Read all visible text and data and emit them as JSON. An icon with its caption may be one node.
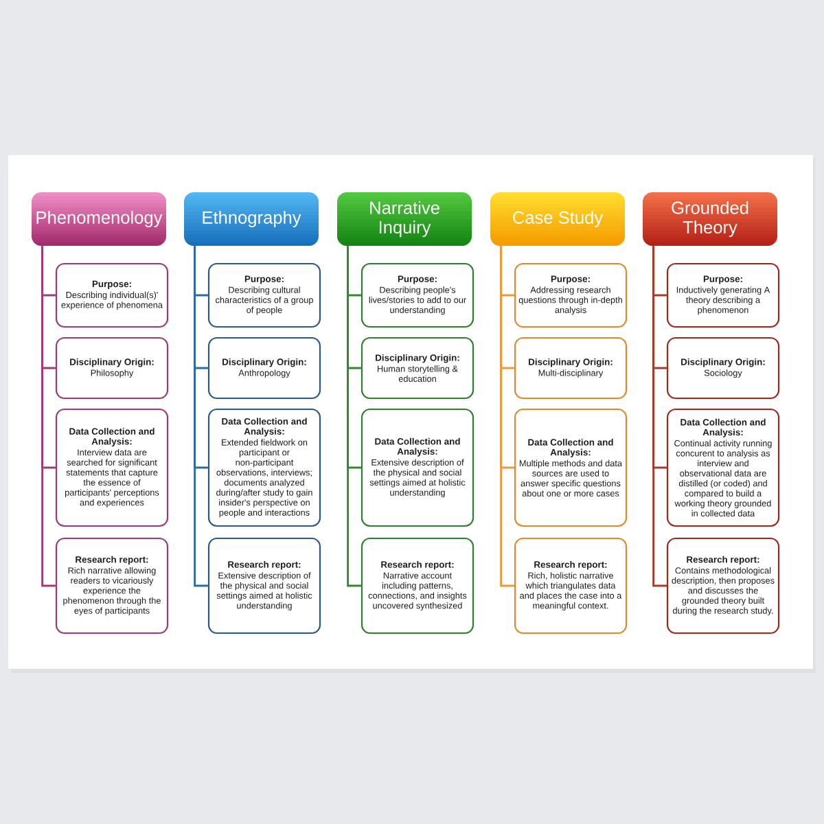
{
  "diagram": {
    "nodes": [
      {
        "text": [
          "Phenomenology"
        ]
      },
      {
        "text": [
          "Purpose:",
          "Describing individual(s)' experience of phenomena"
        ]
      },
      {
        "text": [
          "Disciplinary Origin:",
          "Philosophy"
        ]
      },
      {
        "text": [
          "Data Collection and Analysis:",
          "Interview data are searched for significant statements that capture the essence of participants' perceptions and experiences"
        ]
      },
      {
        "text": [
          "Research report:",
          "Rich narrative allowing readers to vicariously experience the phenomenon through the eyes of participants"
        ]
      },
      {
        "text": [
          "Ethnography"
        ]
      },
      {
        "text": [
          "Purpose:",
          "Describing cultural characteristics of a group of people"
        ]
      },
      {
        "text": [
          "Disciplinary Origin:",
          "Anthropology"
        ]
      },
      {
        "text": [
          "Data Collection and Analysis:",
          "Extended fieldwork on participant or non-participant observations, interviews; documents analyzed during/after study to gain insider's perspective on people and interactions"
        ]
      },
      {
        "text": [
          "Research report:",
          "Extensive description of the physical and social settings aimed at holistic understanding"
        ]
      },
      {
        "text": [
          "Narrative Inquiry"
        ]
      },
      {
        "text": [
          "Purpose:",
          "Describing people's lives/stories to add to our understanding"
        ]
      },
      {
        "text": [
          "Disciplinary Origin:",
          "Human storytelling & education"
        ]
      },
      {
        "text": [
          "Data Collection and Analysis:",
          "Extensive description of the physical and social settings aimed at holistic understanding"
        ]
      },
      {
        "text": [
          "Research report:",
          "Narrative account including patterns, connections, and insights uncovered synthesized"
        ]
      },
      {
        "text": [
          "Case Study"
        ]
      },
      {
        "text": [
          "Purpose:",
          "Addressing research questions through in-depth analysis"
        ]
      },
      {
        "text": [
          "Disciplinary Origin:",
          "Multi-disciplinary"
        ]
      },
      {
        "text": [
          "Data Collection and Analysis:",
          "Multiple methods and data sources are used to answer specific questions about one or more cases"
        ]
      },
      {
        "text": [
          "Research report:",
          "Rich, holistic narrative which triangulates data and places the case into a meaningful context."
        ]
      },
      {
        "text": [
          "Grounded Theory"
        ]
      },
      {
        "text": [
          "Purpose:",
          "Inductively generating A theory describing a phenomenon"
        ]
      },
      {
        "text": [
          "Disciplinary Origin:",
          "Sociology"
        ]
      },
      {
        "text": [
          "Data Collection and Analysis:",
          "Continual activity running concurent to analysis as interview and observational data are distilled (or coded) and compared to build a working theory grounded in collected data"
        ]
      },
      {
        "text": [
          "Research report:",
          "Contains methodological description, then proposes and discusses the grounded theory built during the research study."
        ]
      }
    ],
    "edges": [
      {
        "from": 0,
        "to": 1,
        "arrow": "none",
        "color": "#a33a78"
      },
      {
        "from": 0,
        "to": 2,
        "arrow": "none",
        "color": "#a33a78"
      },
      {
        "from": 0,
        "to": 3,
        "arrow": "none",
        "color": "#a33a78"
      },
      {
        "from": 0,
        "to": 4,
        "arrow": "none",
        "color": "#a33a78"
      },
      {
        "from": 5,
        "to": 6,
        "arrow": "none",
        "color": "#2d6aa0"
      },
      {
        "from": 5,
        "to": 7,
        "arrow": "none",
        "color": "#2d6aa0"
      },
      {
        "from": 5,
        "to": 8,
        "arrow": "none",
        "color": "#2d6aa0"
      },
      {
        "from": 5,
        "to": 9,
        "arrow": "none",
        "color": "#2d6aa0"
      },
      {
        "from": 10,
        "to": 11,
        "arrow": "none",
        "color": "#2f8a2f"
      },
      {
        "from": 10,
        "to": 12,
        "arrow": "none",
        "color": "#2f8a2f"
      },
      {
        "from": 10,
        "to": 13,
        "arrow": "none",
        "color": "#2f8a2f"
      },
      {
        "from": 10,
        "to": 14,
        "arrow": "none",
        "color": "#2f8a2f"
      },
      {
        "from": 15,
        "to": 16,
        "arrow": "none",
        "color": "#eb9a3a"
      },
      {
        "from": 15,
        "to": 17,
        "arrow": "none",
        "color": "#eb9a3a"
      },
      {
        "from": 15,
        "to": 18,
        "arrow": "none",
        "color": "#eb9a3a"
      },
      {
        "from": 15,
        "to": 19,
        "arrow": "none",
        "color": "#eb9a3a"
      },
      {
        "from": 20,
        "to": 21,
        "arrow": "none",
        "color": "#a83a2a"
      },
      {
        "from": 20,
        "to": 22,
        "arrow": "none",
        "color": "#a83a2a"
      },
      {
        "from": 20,
        "to": 23,
        "arrow": "none",
        "color": "#a83a2a"
      },
      {
        "from": 20,
        "to": 24,
        "arrow": "none",
        "color": "#a83a2a"
      }
    ]
  }
}
